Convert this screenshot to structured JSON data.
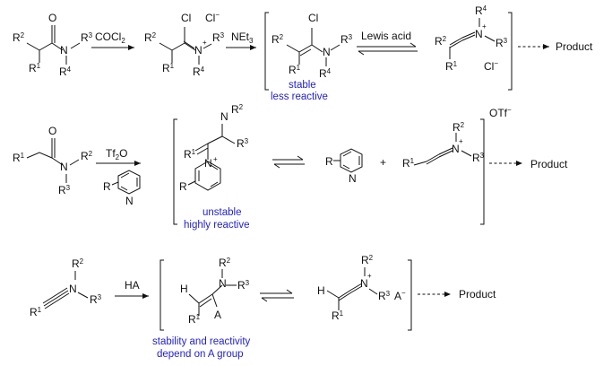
{
  "reagents": {
    "r1": "COCl",
    "r1_sub": "2",
    "r1b": "NEt",
    "r1b_sub": "3",
    "r1c": "Lewis acid",
    "r2": "Tf",
    "r2_sub": "2",
    "r2_tail": "O",
    "r3": "HA"
  },
  "product": "Product",
  "counterions": {
    "cl": "Cl",
    "otf": "OTf",
    "a": "A"
  },
  "notes": {
    "stable_1": "stable",
    "stable_2": "less reactive",
    "unstable_1": "unstable",
    "unstable_2": "highly reactive",
    "depend_1": "stability and reactivity",
    "depend_2": "depend on A group"
  },
  "colors": {
    "ink": "#111111",
    "note": "#1f1fd0"
  }
}
